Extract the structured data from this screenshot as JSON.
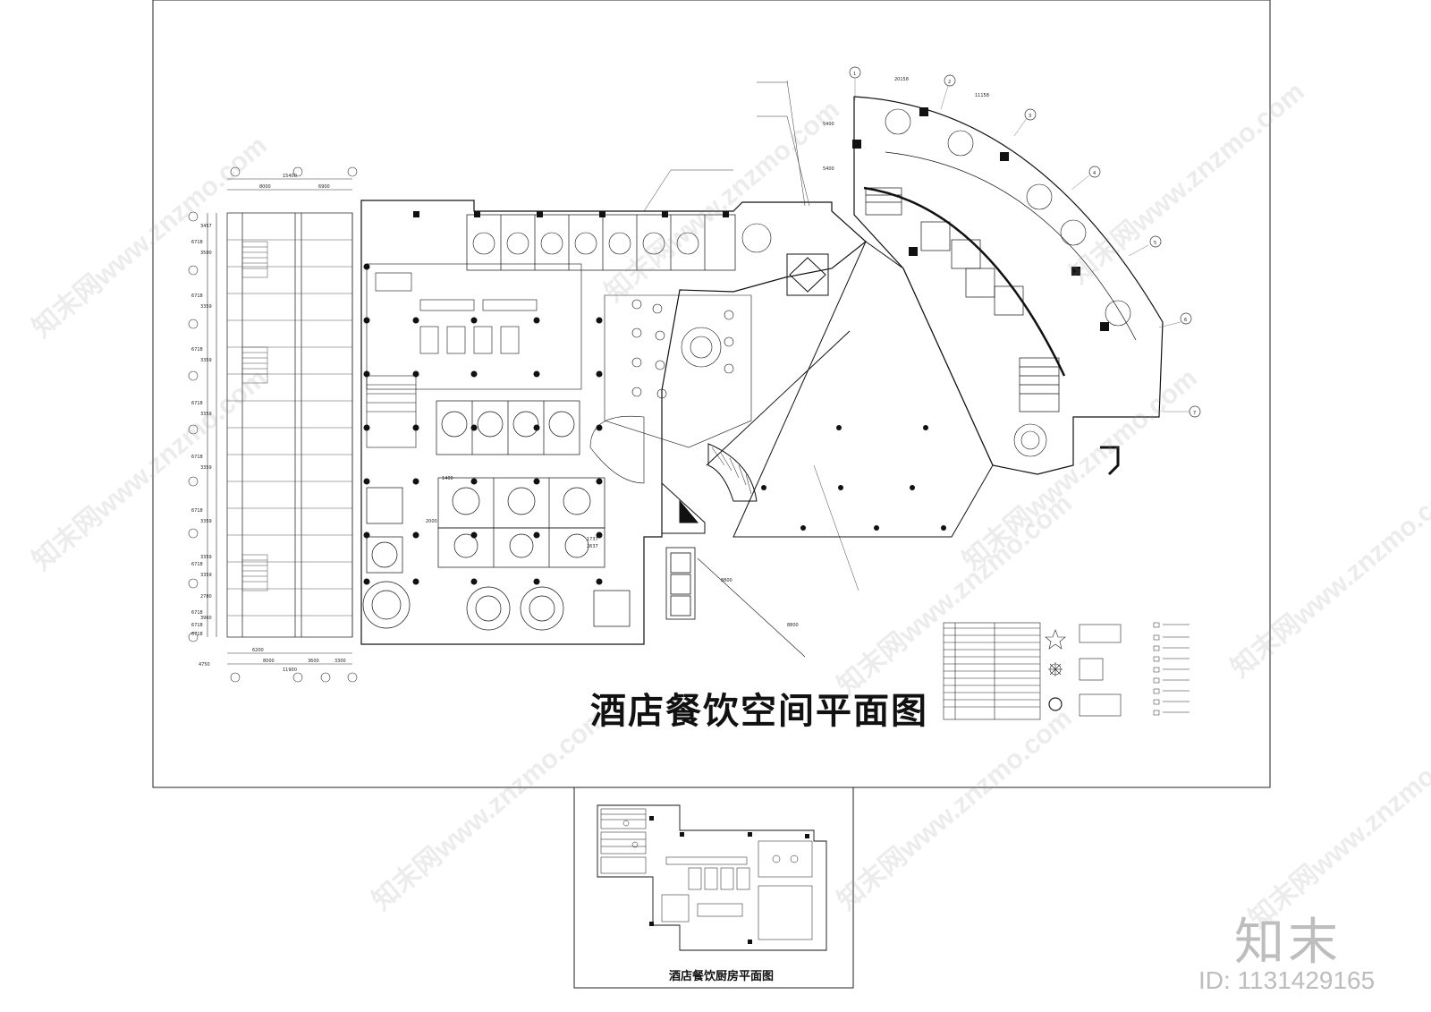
{
  "drawing": {
    "main_title": "酒店餐饮空间平面图",
    "sub_title": "酒店餐饮厨房平面图"
  },
  "dimensions": {
    "top_total": "15400",
    "top_segments": [
      "8000",
      "6900"
    ],
    "bottom_total": "11900",
    "bottom_segments": [
      "6200",
      "8000",
      "3600",
      "3300"
    ],
    "left_side": "4750",
    "left_rows": [
      "3457",
      "3500",
      "3359",
      "3359",
      "3359",
      "3359",
      "3359",
      "3359",
      "3359",
      "2780",
      "3960"
    ],
    "left_grid": [
      "6718",
      "6718",
      "6718",
      "6718",
      "6718",
      "6718",
      "6718",
      "6718",
      "6718",
      "6718"
    ],
    "arc_dims": [
      "20158",
      "11158",
      "5400",
      "5400"
    ],
    "misc_dims": [
      "1400",
      "2000",
      "1737",
      "2637",
      "8800",
      "8800"
    ],
    "grid_numbers": [
      "1",
      "2",
      "3",
      "4",
      "5",
      "6",
      "7"
    ]
  },
  "branding": {
    "logo_text": "知末",
    "id_text": "ID: 1131429165",
    "watermark": "知末网www.znzmo.com"
  }
}
